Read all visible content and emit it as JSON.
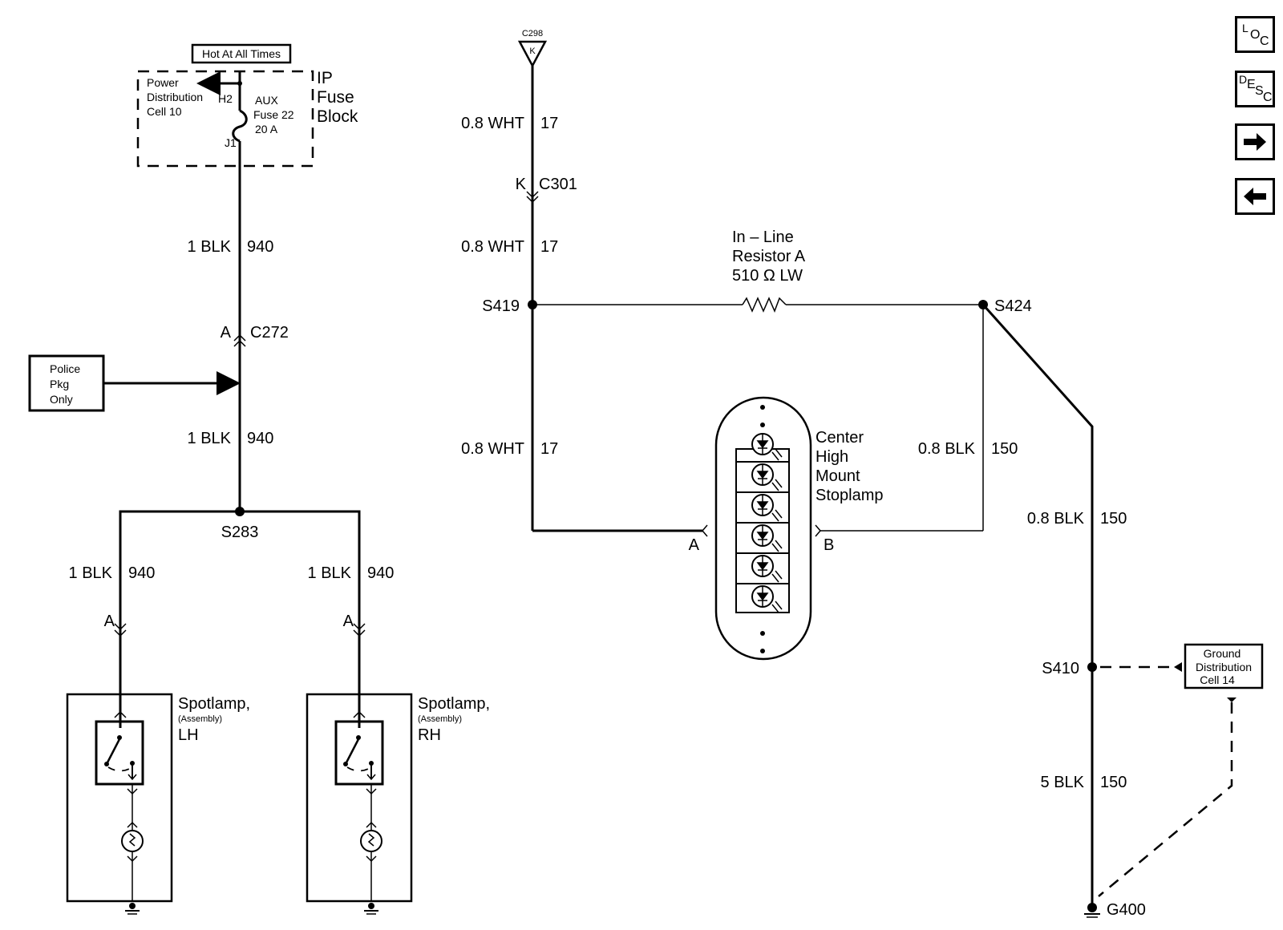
{
  "diagram": {
    "title": "Spotlamp and Center High Mount Stoplamp Schematic",
    "nav_buttons": [
      {
        "name": "loc",
        "glyphs": [
          "L",
          "O",
          "C"
        ],
        "icon": "location-icon"
      },
      {
        "name": "desc",
        "glyphs": [
          "D",
          "E",
          "S",
          "C"
        ],
        "icon": "description-icon"
      },
      {
        "name": "next",
        "icon": "arrow-right-icon"
      },
      {
        "name": "prev",
        "icon": "arrow-left-icon"
      }
    ],
    "fuse_block": {
      "hot_label": "Hot At All Times",
      "block_label": [
        "IP",
        "Fuse",
        "Block"
      ],
      "power_dist": [
        "Power",
        "Distribution",
        "Cell 10"
      ],
      "fuse": [
        "AUX",
        "Fuse 22",
        "20 A"
      ],
      "pin_in": "H2",
      "pin_out": "J1"
    },
    "police_pkg": [
      "Police",
      "Pkg",
      "Only"
    ],
    "wires": {
      "w940_upper": {
        "gauge": "1 BLK",
        "circuit": "940"
      },
      "w940_lower": {
        "gauge": "1 BLK",
        "circuit": "940"
      },
      "w940_lh": {
        "gauge": "1 BLK",
        "circuit": "940"
      },
      "w940_rh": {
        "gauge": "1 BLK",
        "circuit": "940"
      },
      "w17_top": {
        "gauge": "0.8 WHT",
        "circuit": "17"
      },
      "w17_mid": {
        "gauge": "0.8 WHT",
        "circuit": "17"
      },
      "w17_low": {
        "gauge": "0.8 WHT",
        "circuit": "17"
      },
      "w150_chmsl": {
        "gauge": "0.8 BLK",
        "circuit": "150"
      },
      "w150_right": {
        "gauge": "0.8 BLK",
        "circuit": "150"
      },
      "w150_ground": {
        "gauge": "5 BLK",
        "circuit": "150"
      }
    },
    "connectors": {
      "c272": {
        "pin": "A",
        "id": "C272"
      },
      "c298": {
        "pin": "K",
        "id": "C298"
      },
      "c301": {
        "pin": "K",
        "id": "C301"
      },
      "lh_pin": "A",
      "rh_pin": "A",
      "chmsl_a": "A",
      "chmsl_b": "B"
    },
    "splices": {
      "s283": "S283",
      "s419": "S419",
      "s424": "S424",
      "s410": "S410"
    },
    "ground": "G400",
    "resistor": [
      "In – Line",
      "Resistor A",
      "510 Ω  LW"
    ],
    "chmsl": [
      "Center",
      "High",
      "Mount",
      "Stoplamp"
    ],
    "spotlamp_lh": {
      "name": "Spotlamp,",
      "sub": "(Assembly)",
      "side": "LH"
    },
    "spotlamp_rh": {
      "name": "Spotlamp,",
      "sub": "(Assembly)",
      "side": "RH"
    },
    "ground_dist": [
      "Ground",
      "Distribution",
      "Cell 14"
    ]
  }
}
